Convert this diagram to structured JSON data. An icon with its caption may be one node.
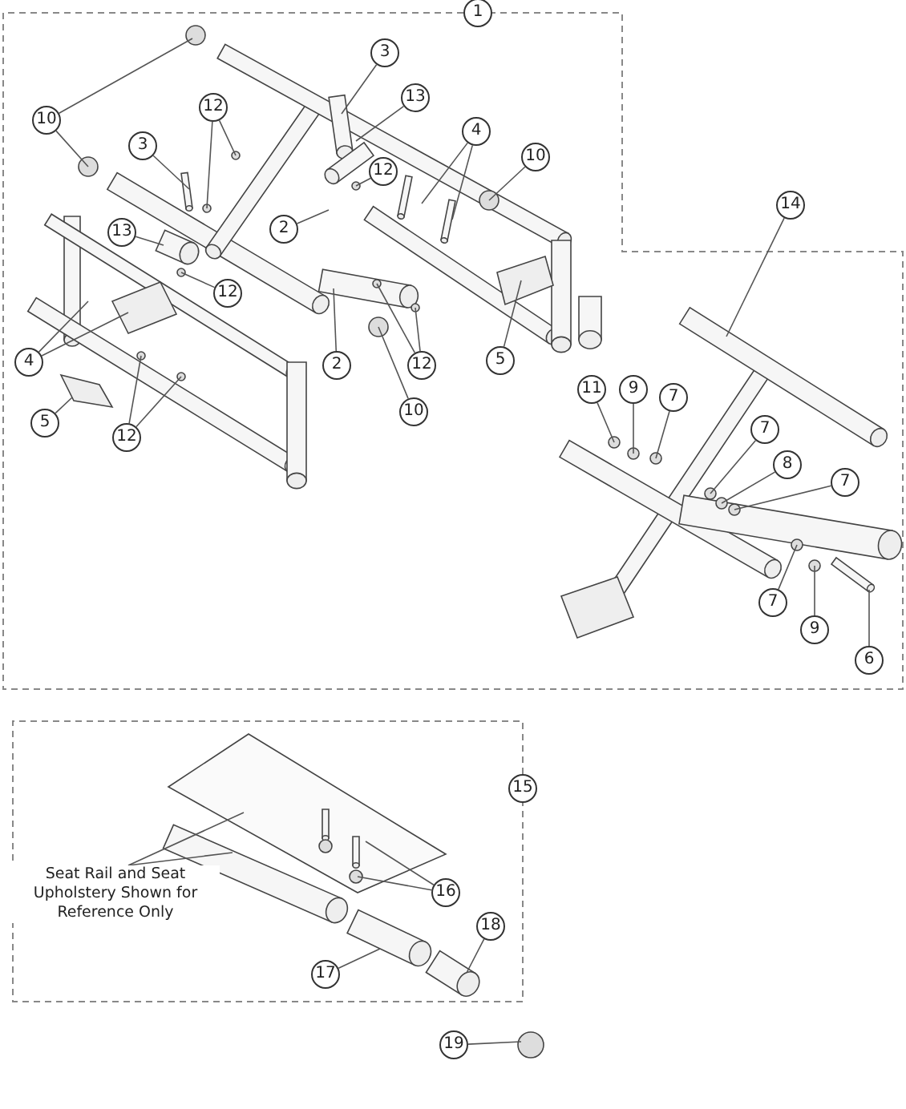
{
  "diagram": {
    "nodes": [
      {
        "text": [
          "1"
        ]
      },
      {
        "text": [
          "3"
        ]
      },
      {
        "text": [
          "13"
        ]
      },
      {
        "text": [
          "12"
        ]
      },
      {
        "text": [
          "10"
        ]
      },
      {
        "text": [
          "4"
        ]
      },
      {
        "text": [
          "3"
        ]
      },
      {
        "text": [
          "10"
        ]
      },
      {
        "text": [
          "12"
        ]
      },
      {
        "text": [
          "14"
        ]
      },
      {
        "text": [
          "2"
        ]
      },
      {
        "text": [
          "13"
        ]
      },
      {
        "text": [
          "12"
        ]
      },
      {
        "text": [
          "5"
        ]
      },
      {
        "text": [
          "4"
        ]
      },
      {
        "text": [
          "2"
        ]
      },
      {
        "text": [
          "12"
        ]
      },
      {
        "text": [
          "11"
        ]
      },
      {
        "text": [
          "9"
        ]
      },
      {
        "text": [
          "7"
        ]
      },
      {
        "text": [
          "10"
        ]
      },
      {
        "text": [
          "5"
        ]
      },
      {
        "text": [
          "7"
        ]
      },
      {
        "text": [
          "12"
        ]
      },
      {
        "text": [
          "8"
        ]
      },
      {
        "text": [
          "7"
        ]
      },
      {
        "text": [
          "7"
        ]
      },
      {
        "text": [
          "9"
        ]
      },
      {
        "text": [
          "6"
        ]
      },
      {
        "text": [
          "15"
        ]
      },
      {
        "text": [
          "Seat Rail and Seat Upholstery Shown for Reference Only"
        ]
      },
      {
        "text": [
          "16"
        ]
      },
      {
        "text": [
          "18"
        ]
      },
      {
        "text": [
          "17"
        ]
      },
      {
        "text": [
          "19"
        ]
      }
    ],
    "edges": [
      {
        "from": 1,
        "to": null,
        "arrow": "none"
      },
      {
        "from": 2,
        "to": null,
        "arrow": "none"
      },
      {
        "from": 3,
        "to": null,
        "arrow": "none"
      },
      {
        "from": 3,
        "to": null,
        "arrow": "none"
      },
      {
        "from": 4,
        "to": null,
        "arrow": "none"
      },
      {
        "from": 4,
        "to": null,
        "arrow": "none"
      },
      {
        "from": 5,
        "to": null,
        "arrow": "none"
      },
      {
        "from": 5,
        "to": null,
        "arrow": "none"
      },
      {
        "from": 6,
        "to": null,
        "arrow": "none"
      },
      {
        "from": 7,
        "to": null,
        "arrow": "none"
      },
      {
        "from": 8,
        "to": null,
        "arrow": "none"
      },
      {
        "from": 9,
        "to": null,
        "arrow": "none"
      },
      {
        "from": 10,
        "to": null,
        "arrow": "none"
      },
      {
        "from": 11,
        "to": null,
        "arrow": "none"
      },
      {
        "from": 12,
        "to": null,
        "arrow": "none"
      },
      {
        "from": 13,
        "to": null,
        "arrow": "none"
      },
      {
        "from": 14,
        "to": null,
        "arrow": "none"
      },
      {
        "from": 14,
        "to": null,
        "arrow": "none"
      },
      {
        "from": 15,
        "to": null,
        "arrow": "none"
      },
      {
        "from": 16,
        "to": null,
        "arrow": "none"
      },
      {
        "from": 16,
        "to": null,
        "arrow": "none"
      },
      {
        "from": 17,
        "to": null,
        "arrow": "none"
      },
      {
        "from": 18,
        "to": null,
        "arrow": "none"
      },
      {
        "from": 19,
        "to": null,
        "arrow": "none"
      },
      {
        "from": 20,
        "to": null,
        "arrow": "none"
      },
      {
        "from": 21,
        "to": null,
        "arrow": "none"
      },
      {
        "from": 22,
        "to": null,
        "arrow": "none"
      },
      {
        "from": 23,
        "to": null,
        "arrow": "none"
      },
      {
        "from": 23,
        "to": null,
        "arrow": "none"
      },
      {
        "from": 24,
        "to": null,
        "arrow": "none"
      },
      {
        "from": 25,
        "to": null,
        "arrow": "none"
      },
      {
        "from": 26,
        "to": null,
        "arrow": "none"
      },
      {
        "from": 27,
        "to": null,
        "arrow": "none"
      },
      {
        "from": 28,
        "to": null,
        "arrow": "none"
      },
      {
        "from": 30,
        "to": null,
        "arrow": "none"
      },
      {
        "from": 30,
        "to": null,
        "arrow": "none"
      },
      {
        "from": 31,
        "to": null,
        "arrow": "none"
      },
      {
        "from": 31,
        "to": null,
        "arrow": "none"
      },
      {
        "from": 32,
        "to": null,
        "arrow": "none"
      },
      {
        "from": 33,
        "to": null,
        "arrow": "none"
      },
      {
        "from": 34,
        "to": null,
        "arrow": "none"
      }
    ]
  }
}
